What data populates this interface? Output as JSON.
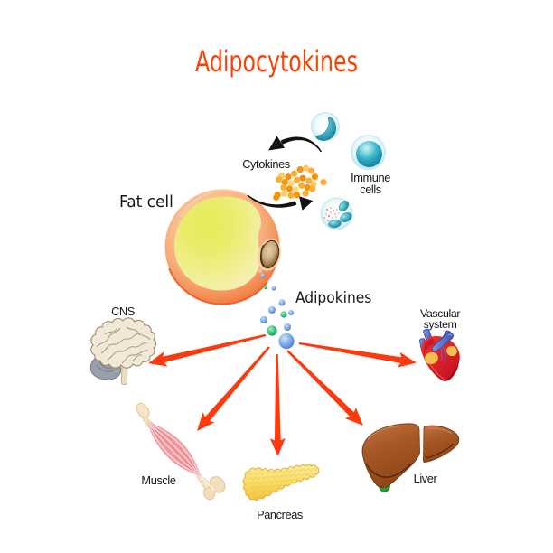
{
  "title": {
    "text": "Adipocytokines",
    "color": "#f94306"
  },
  "labels": {
    "fat_cell": "Fat cell",
    "cytokines": "Cytokines",
    "immune_line1": "Immune",
    "immune_line2": "cells",
    "adipokines": "Adipokines",
    "cns": "CNS",
    "muscle": "Muscle",
    "pancreas": "Pancreas",
    "liver": "Liver",
    "vascular_line1": "Vascular",
    "vascular_line2": "system"
  },
  "colors": {
    "title": "#f94306",
    "arrow_red": "#fb3a10",
    "label_text": "#161616",
    "fat_cell_rim": "#f29057",
    "lipid_yellow": "#e9ed66",
    "immune_teal": "#28a8c0",
    "cytokine_orange": "#f5930a",
    "adipokine_blue": "#6e9fe8",
    "adipokine_green": "#21b668"
  },
  "relations": {
    "source": "Fat cell",
    "secretes": [
      "Cytokines",
      "Adipokines"
    ],
    "cytokines_exchange_with": "Immune cells",
    "adipokines_target": [
      "CNS",
      "Muscle",
      "Pancreas",
      "Liver",
      "Vascular system"
    ]
  }
}
